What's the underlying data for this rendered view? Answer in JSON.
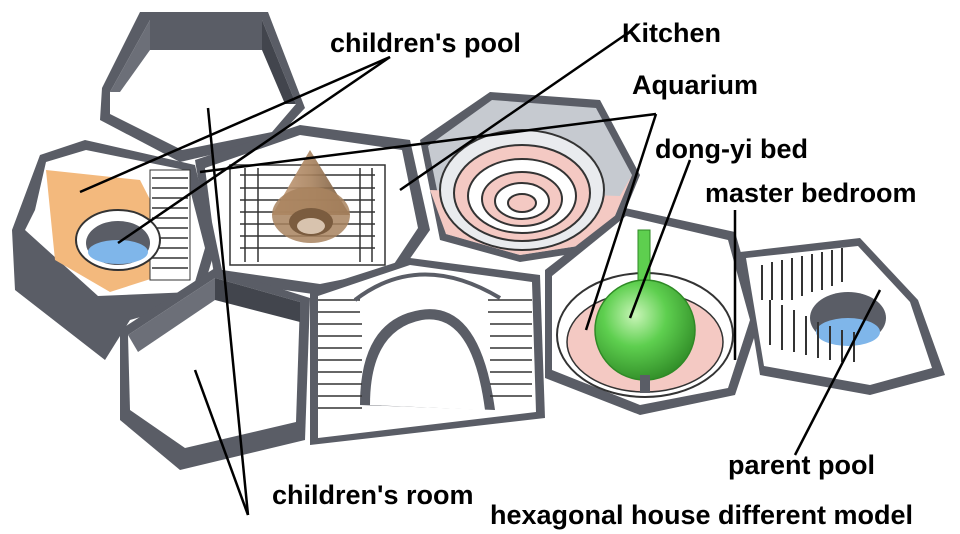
{
  "labels": {
    "childrens_pool": "children's pool",
    "kitchen": "Kitchen",
    "aquarium": "Aquarium",
    "dongyi_bed": "dong-yi bed",
    "master_bedroom": "master bedroom",
    "parent_pool": "parent pool",
    "childrens_room": "children's room",
    "caption": "hexagonal house different model"
  },
  "colors": {
    "wall": "#5a5d66",
    "wall_top": "#ffffff",
    "floor": "#ffffff",
    "pool_water": "#7fb6ea",
    "orange_floor": "#f3b97d",
    "pink_floor": "#f4c9c3",
    "aquarium_glass": "#aeb4bd",
    "sphere_green": "#5ecf4f",
    "cone_brown": "#a8825e",
    "leader_line": "#000000"
  }
}
